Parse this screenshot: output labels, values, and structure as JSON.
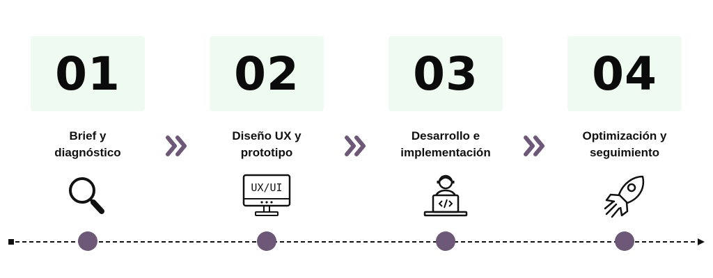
{
  "colors": {
    "accent": "#6e5877",
    "box_bg": "#effaf0",
    "text": "#111111"
  },
  "steps": [
    {
      "number": "01",
      "title_line1": "Brief y",
      "title_line2": "diagnóstico",
      "icon": "magnifier-icon"
    },
    {
      "number": "02",
      "title_line1": "Diseño UX y",
      "title_line2": "prototipo",
      "icon": "monitor-icon",
      "icon_text": "UX/UI"
    },
    {
      "number": "03",
      "title_line1": "Desarrollo e",
      "title_line2": "implementación",
      "icon": "developer-laptop-icon"
    },
    {
      "number": "04",
      "title_line1": "Optimización y",
      "title_line2": "seguimiento",
      "icon": "rocket-icon"
    }
  ],
  "connectors": [
    "double-chevron-icon",
    "double-chevron-icon",
    "double-chevron-icon"
  ],
  "timeline": {
    "style": "dashed",
    "end": "arrow"
  }
}
